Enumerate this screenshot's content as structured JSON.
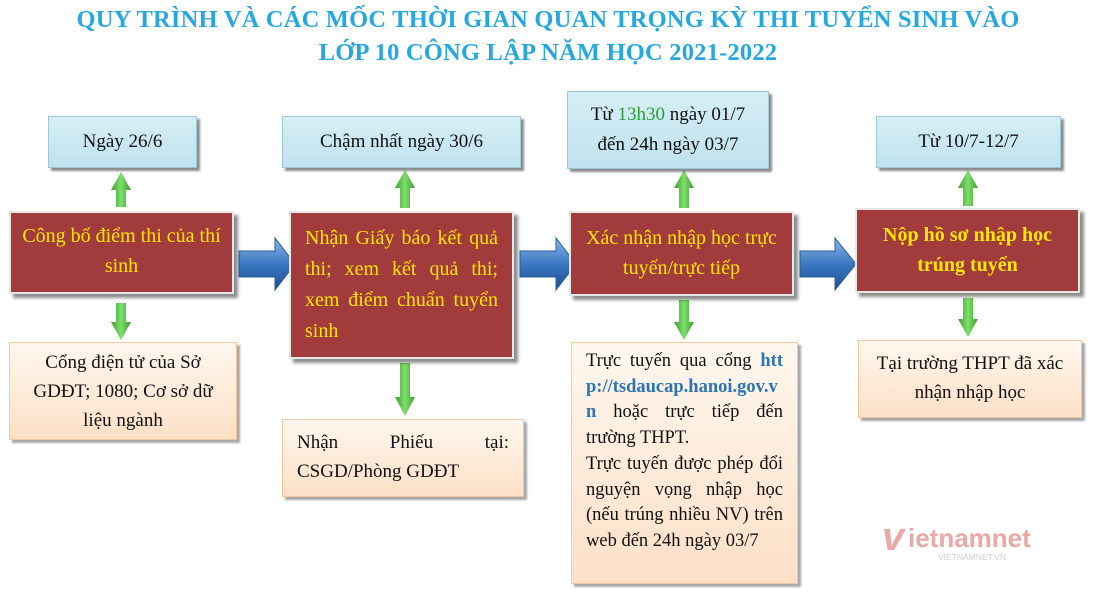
{
  "title": {
    "line1": "QUY TRÌNH VÀ CÁC MỐC THỜI GIAN QUAN TRỌNG KỲ THI TUYỂN SINH VÀO",
    "line2": "LỚP 10 CÔNG LẬP NĂM HỌC 2021-2022"
  },
  "steps": [
    {
      "date": "Ngày 26/6",
      "action": "Công bố điểm thi của thí sinh",
      "note": "Cổng điện tử của Sở GDĐT; 1080; Cơ sở dữ liệu ngành"
    },
    {
      "date": "Chậm nhất ngày 30/6",
      "action": "Nhận Giấy báo kết quả thi; xem kết quả thi; xem điểm chuẩn tuyển sinh",
      "note": "Nhận Phiếu tại: CSGD/Phòng GDĐT"
    },
    {
      "date_prefix": "Từ",
      "date_time": "13h30",
      "date_rest1": "ngày 01/7",
      "date_line2": "đến 24h ngày 03/7",
      "action": "Xác nhận nhập học trực tuyến/trực tiếp",
      "note_p1_before": "Trực tuyến qua cổng",
      "note_link": "http://tsdaucap.hanoi.gov.vn",
      "note_p1_after": "hoặc trực tiếp đến trường THPT.",
      "note_p2": "Trực tuyến được phép đổi nguyện vọng nhập học (nếu trúng nhiều NV) trên web đến 24h ngày 03/7"
    },
    {
      "date": "Từ 10/7-12/7",
      "action": "Nộp hồ sơ nhập học trúng tuyển",
      "note": "Tại trường THPT đã xác nhận nhập học"
    }
  ],
  "watermark": {
    "brand_v": "v",
    "brand_rest": "ietnamnet",
    "domain": "VIETNAMNET.VN"
  },
  "colors": {
    "title": "#27a7df",
    "action_box": "#a23b3b",
    "action_text": "#ffe600",
    "arrow_green": "#5fc34a",
    "arrow_blue": "#3a78c2",
    "link": "#2e74b5",
    "time_green": "#2c9b3b"
  }
}
